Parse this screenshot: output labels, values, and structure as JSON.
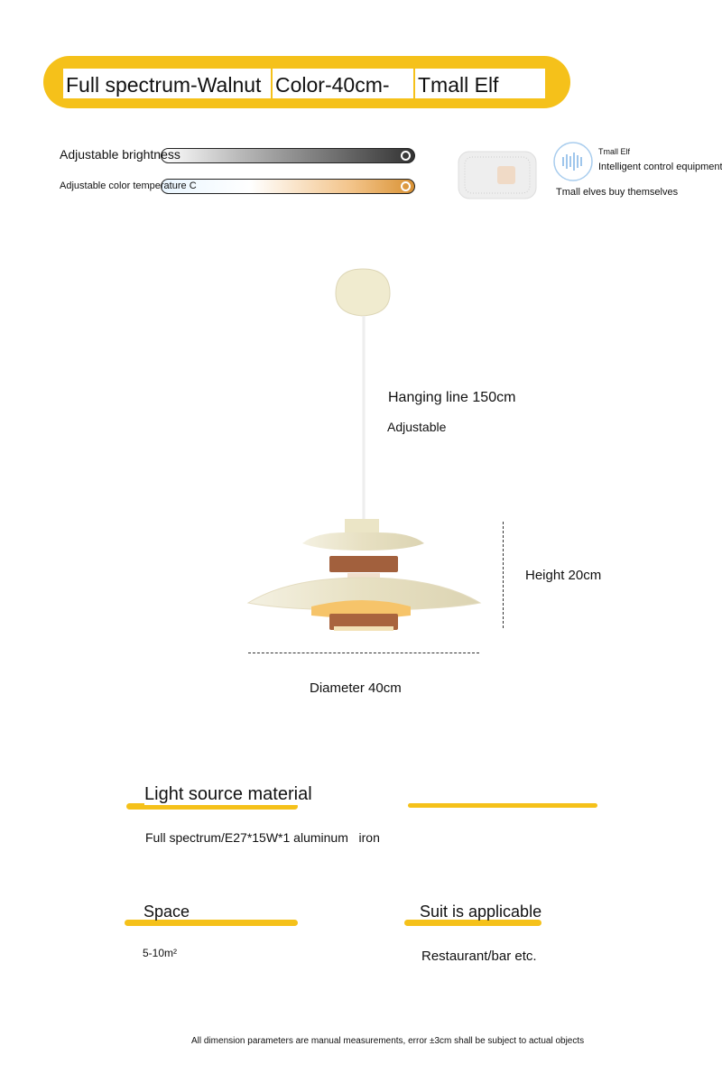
{
  "header": {
    "options": [
      "Full spectrum-Walnut",
      "Color-40cm-",
      "Tmall Elf"
    ]
  },
  "features": {
    "brightness_label": "Adjustable brightness",
    "color_temp_label": "Adjustable color temperature C",
    "tmall_title": "Tmall Elf",
    "tmall_subtitle": "Intelligent control equipment",
    "tmall_note": "Tmall elves buy themselves"
  },
  "dimensions": {
    "hanging_line": "Hanging line 150cm",
    "adjustable": "Adjustable",
    "height": "Height 20cm",
    "diameter": "Diameter 40cm"
  },
  "specs": {
    "light_source_title": "Light source material",
    "light_source_value": "Full spectrum/E27*15W*1 aluminum   iron",
    "space_title": "Space",
    "space_value": "5-10m²",
    "suit_title": "Suit is applicable",
    "suit_value": "Restaurant/bar etc."
  },
  "footer": {
    "note": "All dimension parameters are manual measurements, error ±3cm shall be subject to actual objects"
  },
  "colors": {
    "accent": "#f5c11a"
  }
}
